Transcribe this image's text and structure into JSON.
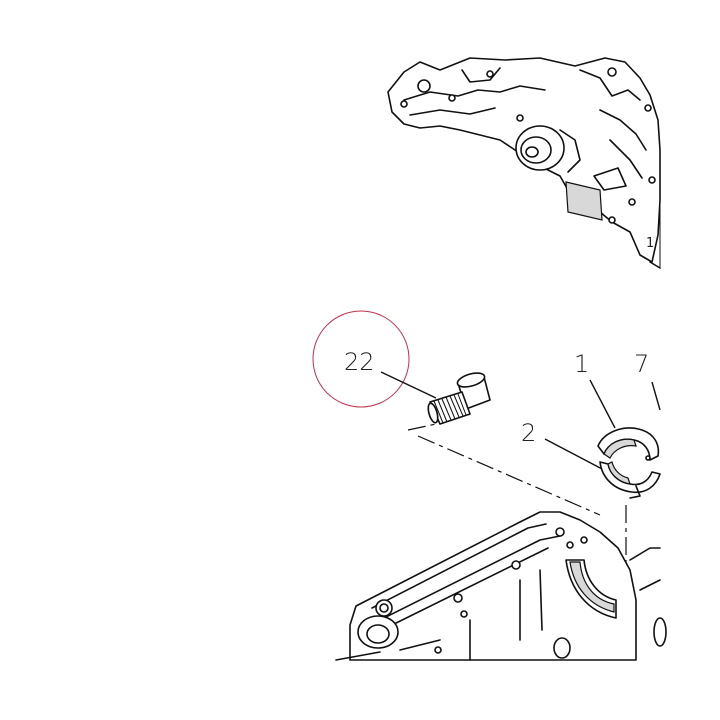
{
  "callouts": {
    "screw": "22",
    "bearing_upper": "1",
    "bearing_lower": "2",
    "partial_right": "7",
    "block_mark": "1"
  },
  "highlight_color": "#c0304a",
  "line_color": "#111111"
}
